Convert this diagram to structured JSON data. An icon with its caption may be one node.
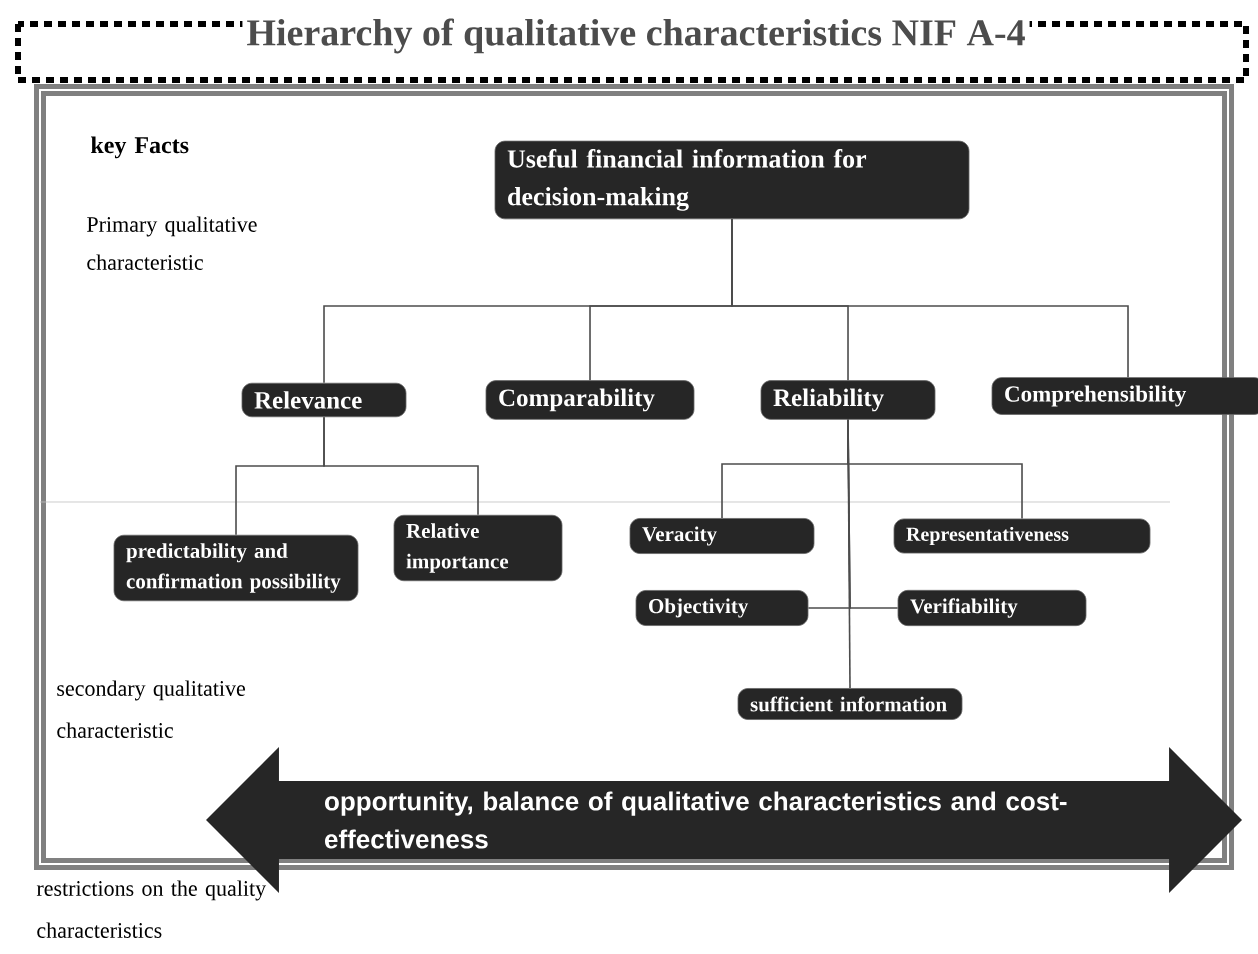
{
  "diagram": {
    "title": "Hierarchy of qualitative characteristics NIF A-4",
    "nodes": [
      {
        "text": [
          "Useful financial information for decision-making"
        ]
      },
      {
        "text": [
          "Relevance"
        ]
      },
      {
        "text": [
          "Comparability"
        ]
      },
      {
        "text": [
          "Reliability"
        ]
      },
      {
        "text": [
          "Comprehensibility"
        ]
      },
      {
        "text": [
          "predictability and confirmation possibility"
        ]
      },
      {
        "text": [
          "Relative importance"
        ]
      },
      {
        "text": [
          "Veracity"
        ]
      },
      {
        "text": [
          "Representativeness"
        ]
      },
      {
        "text": [
          "Objectivity"
        ]
      },
      {
        "text": [
          "Verifiability"
        ]
      },
      {
        "text": [
          "sufficient information"
        ]
      },
      {
        "text": [
          "opportunity, balance of qualitative characteristics and cost-effectiveness"
        ]
      }
    ],
    "edges": [
      {
        "from": 0,
        "to": 1,
        "arrow": "none"
      },
      {
        "from": 0,
        "to": 2,
        "arrow": "none"
      },
      {
        "from": 0,
        "to": 3,
        "arrow": "none"
      },
      {
        "from": 0,
        "to": 4,
        "arrow": "none"
      },
      {
        "from": 1,
        "to": 5,
        "arrow": "none"
      },
      {
        "from": 1,
        "to": 6,
        "arrow": "none"
      },
      {
        "from": 3,
        "to": 7,
        "arrow": "none"
      },
      {
        "from": 3,
        "to": 8,
        "arrow": "none"
      },
      {
        "from": 3,
        "to": 9,
        "arrow": "none"
      },
      {
        "from": 3,
        "to": 10,
        "arrow": "none"
      },
      {
        "from": 3,
        "to": 11,
        "arrow": "none"
      }
    ],
    "labels": [
      "key Facts",
      "Primary qualitative characteristic",
      "secondary qualitative characteristic",
      "restrictions on the quality characteristics"
    ]
  }
}
